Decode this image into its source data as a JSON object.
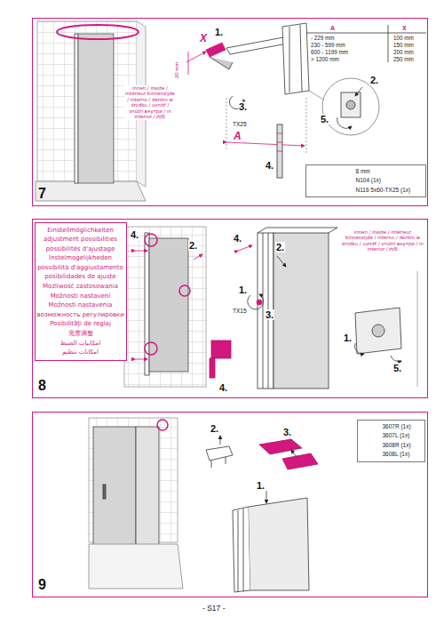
{
  "diagram": {
    "caption": "- S17 -",
    "nodes": [
      {
        "text": [
          "7"
        ]
      },
      {
        "text": [
          "8 mm",
          "N104 (1x)",
          "N116 5x60-TX25 (1x)"
        ],
        "in": 0
      },
      {
        "text": [
          "8"
        ]
      },
      {
        "text": [
          "Einstellmöglichkeiten",
          "adjustment possibilities",
          "possibilités d'ajustage",
          "Instelmogelijkheden",
          "possibilità d'aggiustamento",
          "posibilidades de ajuste",
          "Możliwość zastosowania",
          "Možnosti nastavení",
          "Možnosti nastavenia",
          "возможность регулировки",
          "Posibilităţi de reglaj",
          "宽度调整",
          "امكانيات الضبط",
          "امكانات تنظيم"
        ],
        "in": 2
      },
      {
        "text": [
          "9"
        ]
      },
      {
        "text": [
          "3607R (1x)",
          "3607L (1x)",
          "3608R (1x)",
          "3608L (1x)"
        ],
        "in": 4
      }
    ],
    "labels": [
      "1.",
      "X",
      "20 mm",
      "TX25",
      "3.",
      "A",
      "4.",
      "2.",
      "5.",
      "A",
      "X",
      "- 229 mm",
      "100 mm",
      "230 - 599 mm",
      "150 mm",
      "600 - 1199 mm",
      "200 mm",
      "> 1200 mm",
      "250 mm",
      "innen / inside / intérieur binnenzijde / interno / dentro w środku / uvnitř / vnútri внутри / in interior / 内部",
      "4.",
      "2.",
      "4.",
      "2.",
      "1.",
      "TX15",
      "3.",
      "4.",
      "innen / inside / intérieur binnenzijde / interno / dentro w środku / uvnitř / vnútri внутри / in interior / 内部",
      "1.",
      "5.",
      "2.",
      "3.",
      "1."
    ]
  }
}
